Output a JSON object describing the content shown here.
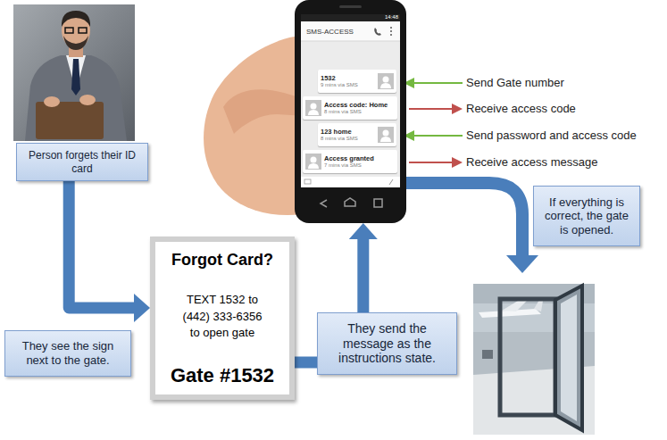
{
  "diagram": {
    "nodes": [
      {
        "text": [
          "Person forgets their ID card"
        ]
      },
      {
        "text": [
          "SMS-ACCESS"
        ]
      },
      {
        "text": [
          "1532",
          "9 mins via SMS"
        ],
        "in": 1
      },
      {
        "text": [
          "Access code: Home",
          "8 mins via SMS"
        ],
        "in": 1
      },
      {
        "text": [
          "123 home",
          "8 mins via SMS"
        ],
        "in": 1
      },
      {
        "text": [
          "Access granted",
          "7 mins via SMS"
        ],
        "in": 1
      },
      {
        "text": [
          "If everything is correct, the gate is opened."
        ]
      },
      {
        "text": [
          "Forgot Card?",
          "TEXT 1532 to (442) 333-6356 to open gate",
          "Gate #1532"
        ]
      },
      {
        "text": [
          "They send the message as the instructions state."
        ]
      },
      {
        "text": [
          "They see the sign next to the gate."
        ]
      }
    ],
    "edges": [
      {
        "from": 0,
        "to": 7,
        "arrow": "to"
      },
      {
        "from": 7,
        "to": 8,
        "arrow": "none"
      },
      {
        "from": 8,
        "to": 1,
        "arrow": "to"
      }
    ],
    "labels": [
      "14:48",
      "Send Gate number",
      "Receive access code",
      "Send password and access code",
      "Receive access message"
    ]
  }
}
